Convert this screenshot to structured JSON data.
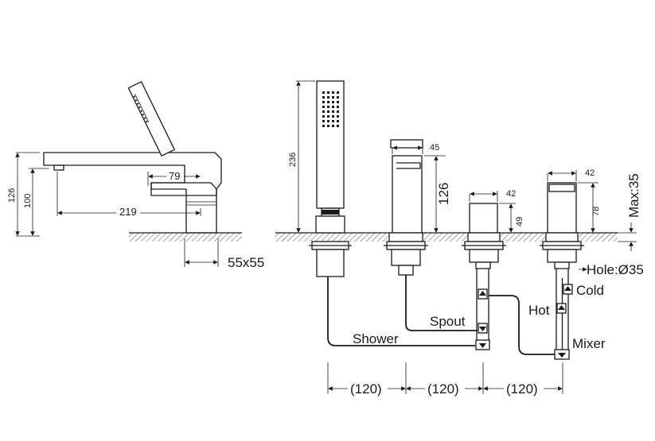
{
  "side_view": {
    "dim_height_total": "126",
    "dim_height_spout": "100",
    "dim_spout_reach": "219",
    "dim_lever": "79",
    "dim_base": "55x55"
  },
  "front_view": {
    "dim_handshower_height": "236",
    "dim_spout_width": "45",
    "dim_spout_height": "126",
    "dim_valve_width": "42",
    "dim_valve_height": "49",
    "dim_mixer_width": "42",
    "dim_mixer_height": "78",
    "dim_deck_max": "Max:35",
    "dim_hole": "Hole:Ø35",
    "spacing": [
      "(120)",
      "(120)",
      "(120)"
    ]
  },
  "labels": {
    "shower": "Shower",
    "spout": "Spout",
    "hot": "Hot",
    "cold": "Cold",
    "mixer": "Mixer"
  }
}
